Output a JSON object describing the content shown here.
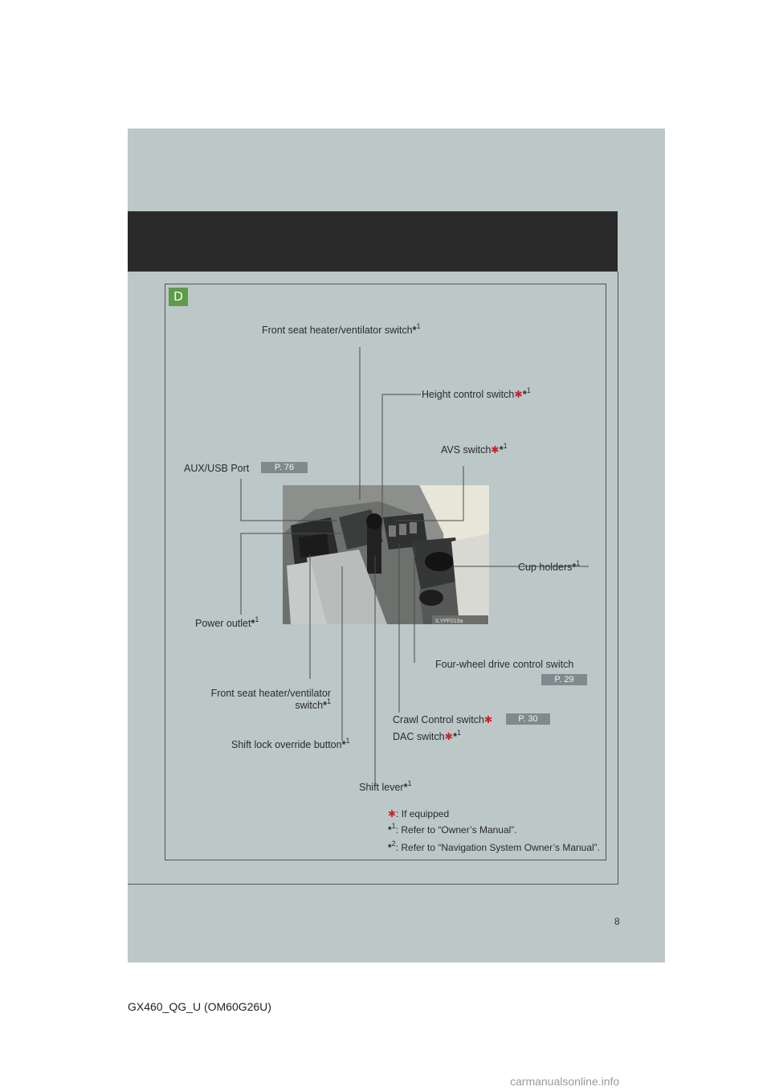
{
  "section": {
    "letter": "D"
  },
  "labels": {
    "front_seat_heater_top": "Front seat heater/ventilator switch",
    "height_control": "Height control switch",
    "avs": "AVS switch",
    "aux_usb": "AUX/USB Port",
    "cup_holders": "Cup holders",
    "power_outlet": "Power outlet",
    "four_wheel": "Four-wheel drive control switch",
    "front_seat_heater_bottom_1": "Front seat heater/ventilator",
    "front_seat_heater_bottom_2": "switch",
    "crawl_control": "Crawl Control switch",
    "dac": "DAC switch",
    "shift_lock": "Shift lock override button",
    "shift_lever": "Shift lever"
  },
  "marks": {
    "equipped": "✱",
    "note1": "*1"
  },
  "page_refs": {
    "aux_usb": "P. 76",
    "four_wheel": "P. 29",
    "crawl_control": "P. 30"
  },
  "image_code": "ILYPF019a",
  "legend": {
    "equipped": ": If equipped",
    "note1_mark": "*1",
    "note1": ": Refer to “Owner’s Manual”.",
    "note2_mark": "*2",
    "note2": ": Refer to “Navigation System Owner’s Manual”."
  },
  "page_number": "8",
  "footer_code": "GX460_QG_U (OM60G26U)",
  "watermark": "carmanualsonline.info",
  "colors": {
    "panel": "#bcc7c8",
    "header": "#2a2a2a",
    "badge": "#5f9b4a",
    "asterisk": "#c0282d",
    "page_ref": "#7f8a8c"
  }
}
